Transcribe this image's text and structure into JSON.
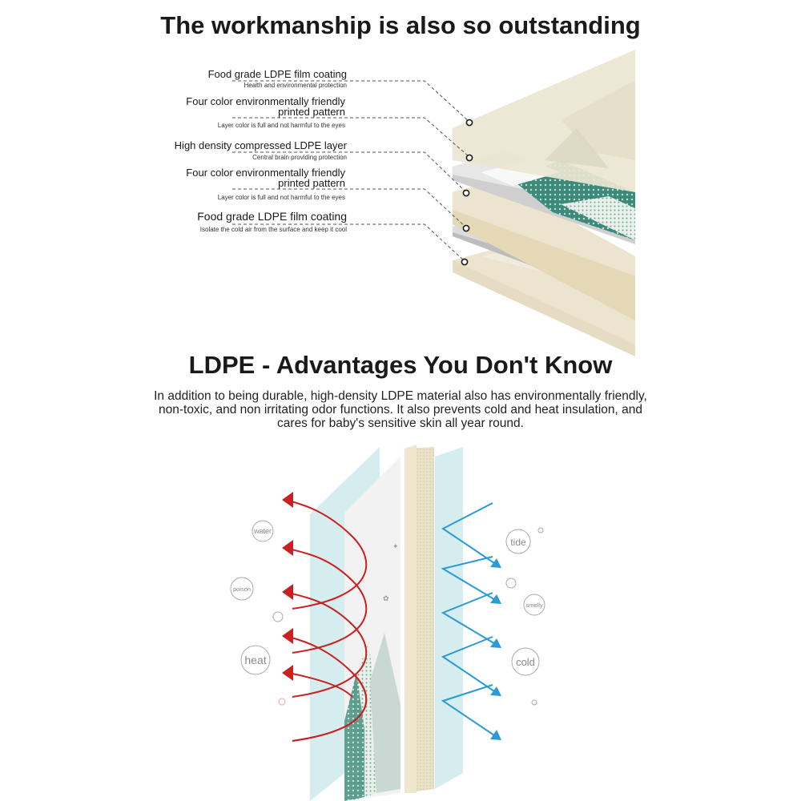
{
  "header": {
    "title": "The workmanship is also so outstanding"
  },
  "layers": [
    {
      "name": "Food grade LDPE film coating",
      "note": "Health and environmental protection"
    },
    {
      "name": "Four color environmentally friendly printed pattern",
      "name_line1": "Four color environmentally friendly",
      "name_line2": "printed pattern",
      "note": "Layer color is full and not harmful to the eyes"
    },
    {
      "name": "High density compressed LDPE layer",
      "note": "Central brain providing protection"
    },
    {
      "name": "Four color environmentally friendly printed pattern",
      "name_line1": "Four color environmentally friendly",
      "name_line2": "printed pattern",
      "note": "Layer color is full and not harmful to the eyes"
    },
    {
      "name": "Food grade LDPE film coating",
      "note": "Isolate the cold air from the surface and keep it cool"
    }
  ],
  "advantages": {
    "title": "LDPE - Advantages You Don't Know",
    "paragraph_line1": "In addition to being durable, high-density LDPE material also has environmentally friendly,",
    "paragraph_line2": "non-toxic, and non irritating odor functions. It also prevents cold and heat insulation, and",
    "paragraph_line3": "cares for baby's sensitive skin all year round."
  },
  "bubbles": {
    "left": [
      "water",
      "poison",
      "heat"
    ],
    "right": [
      "tide",
      "smelly",
      "cold"
    ]
  },
  "colors": {
    "layer_cream": "#ede4cf",
    "pattern_green": "#3d8a7a",
    "heat_arrow": "#cc1f1f",
    "cold_arrow": "#2a9bd6",
    "glass": "#cfeaec"
  }
}
